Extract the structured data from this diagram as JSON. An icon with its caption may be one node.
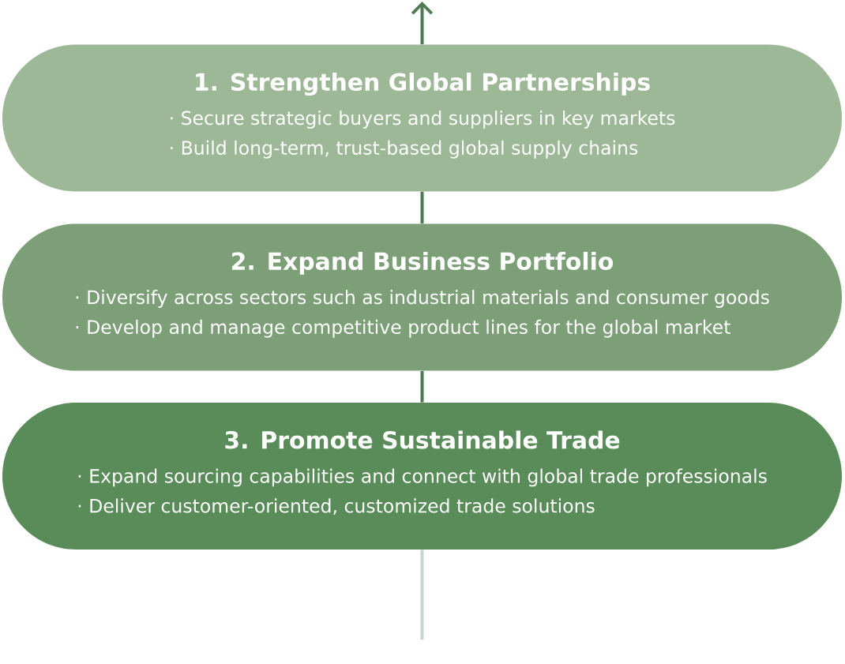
{
  "diagram": {
    "nodes": [
      {
        "text": [
          "1. Strengthen Global Partnerships",
          "· Secure strategic buyers and suppliers in key markets",
          "· Build long-term, trust-based global supply chains"
        ]
      },
      {
        "text": [
          "2. Expand Business Portfolio",
          "· Diversify across sectors such as industrial materials and consumer goods",
          "· Develop and manage competitive product lines for the global market"
        ]
      },
      {
        "text": [
          "3. Promote Sustainable Trade",
          "· Expand sourcing capabilities and connect with global trade professionals",
          "· Deliver customer-oriented, customized trade solutions"
        ]
      }
    ],
    "edges": [
      {
        "from": null,
        "to": 2,
        "arrow": "none",
        "color": "#c8d6c9"
      },
      {
        "from": 2,
        "to": 1,
        "arrow": "none"
      },
      {
        "from": 1,
        "to": 0,
        "arrow": "none"
      },
      {
        "from": 0,
        "to": null,
        "arrow": "to"
      }
    ]
  }
}
